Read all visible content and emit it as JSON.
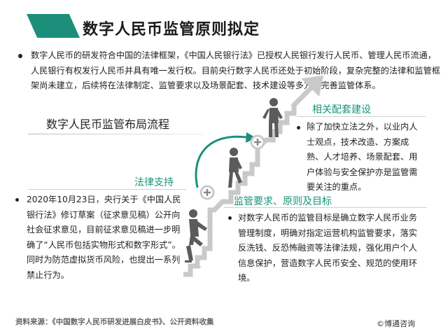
{
  "header": {
    "title": "数字人民币监管原则拟定",
    "accent_color": "#1b8f7a"
  },
  "intro": {
    "text": "数字人民币的研发符合中国的法律框架，《中国人民银行法》已授权人民银行发行人民币、管理人民币流通，人民银行有权发行人民币并具有唯一发行权。目前央行数字人民币还处于初始阶段，复杂完整的法律和监管框架尚未建立，后续将在法律制定、监管要求以及场景配套、技术建设等多方面完善监管体系。"
  },
  "diagram": {
    "subtitle": "数字人民币监管布局流程",
    "stair_color": "#c8c8c8",
    "icons": [
      "climbing-person-icon",
      "walking-person-icon",
      "standing-person-icon",
      "plus-icon",
      "arrow-up-right-icon",
      "curved-arrow-icon"
    ]
  },
  "sections": {
    "legal": {
      "heading": "法律支持",
      "text": "2020年10月23日，央行关于《中国人民银行法》修订草案（征求意见稿）公开向社会征求意见，目前征求意见稿进一步明确了“人民币包括实物形式和数字形式”。同时为防范虚拟货币风险，也提出一系列禁止行为。"
    },
    "regulation": {
      "heading": "监管要求、原则及目标",
      "text": "对数字人民币的监管目标是确立数字人民币业务管理制度，明确对指定运营机构监管要求，落实反洗钱、反恐怖融资等法律法规，强化用户个人信息保护，营造数字人民币安全、规范的使用环境。"
    },
    "support": {
      "heading": "相关配套建设",
      "text": "除了加快立法之外，以业内人士观点，技术改造、方案成熟、人才培养、场景配套、用户体验与安全保护亦是监管需要关注的重点。"
    }
  },
  "footer": {
    "source": "资料来源：《中国数字人民币研发进展白皮书》、公开资料收集",
    "copyright": "©博通咨询"
  }
}
